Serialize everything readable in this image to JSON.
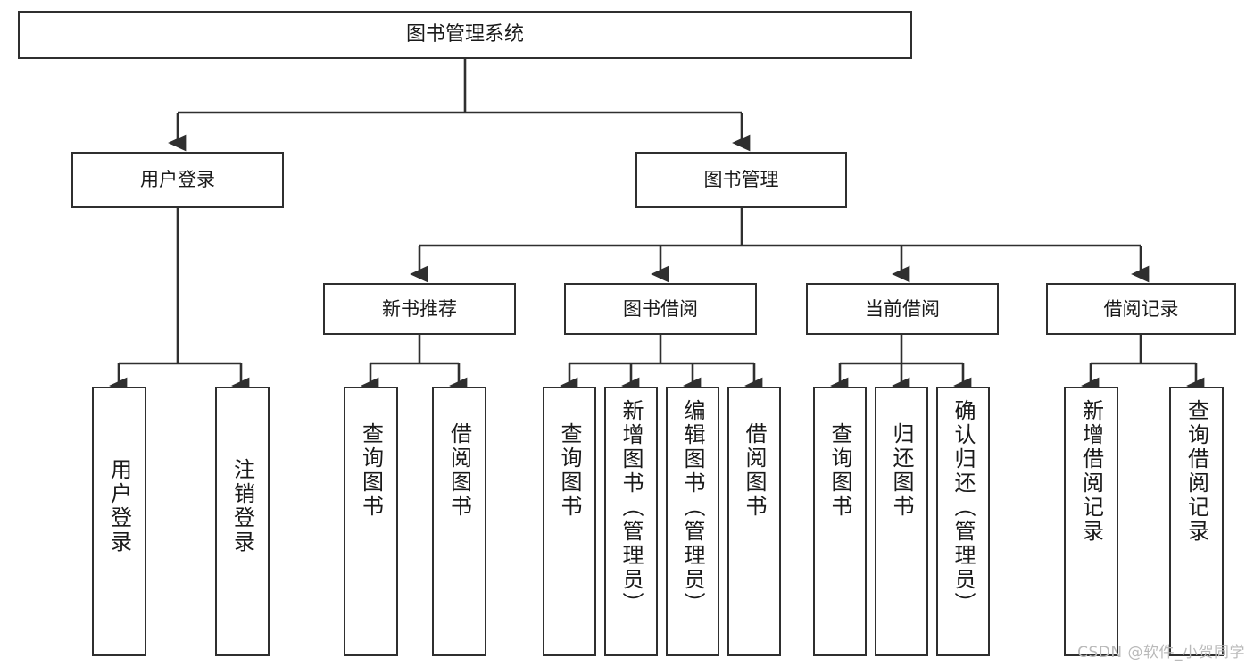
{
  "diagram": {
    "type": "tree-hierarchy-chart",
    "title": "图书管理系统",
    "watermark": "CSDN @软件_小贺同学",
    "colors": {
      "box_border": "#2f2f2f",
      "box_fill": "#ffffff",
      "connector": "#2f2f2f",
      "text": "#1a1a1a",
      "watermark": "#b9b9b9",
      "background": "#ffffff"
    },
    "nodes": {
      "root": {
        "label": "图书管理系统"
      },
      "level2": [
        {
          "label": "用户登录"
        },
        {
          "label": "图书管理"
        }
      ],
      "level3": [
        {
          "label": "新书推荐"
        },
        {
          "label": "图书借阅"
        },
        {
          "label": "当前借阅"
        },
        {
          "label": "借阅记录"
        }
      ],
      "leaves": {
        "user_login": [
          {
            "label": "用户登录"
          },
          {
            "label": "注销登录"
          }
        ],
        "new_book_recommend": [
          {
            "label": "查询图书"
          },
          {
            "label": "借阅图书"
          }
        ],
        "book_borrow": [
          {
            "label": "查询图书"
          },
          {
            "label": "新增图书（管理员）"
          },
          {
            "label": "编辑图书（管理员）"
          },
          {
            "label": "借阅图书"
          }
        ],
        "current_borrow": [
          {
            "label": "查询图书"
          },
          {
            "label": "归还图书"
          },
          {
            "label": "确认归还（管理员）"
          }
        ],
        "borrow_record": [
          {
            "label": "新增借阅记录"
          },
          {
            "label": "查询借阅记录"
          }
        ]
      }
    }
  }
}
